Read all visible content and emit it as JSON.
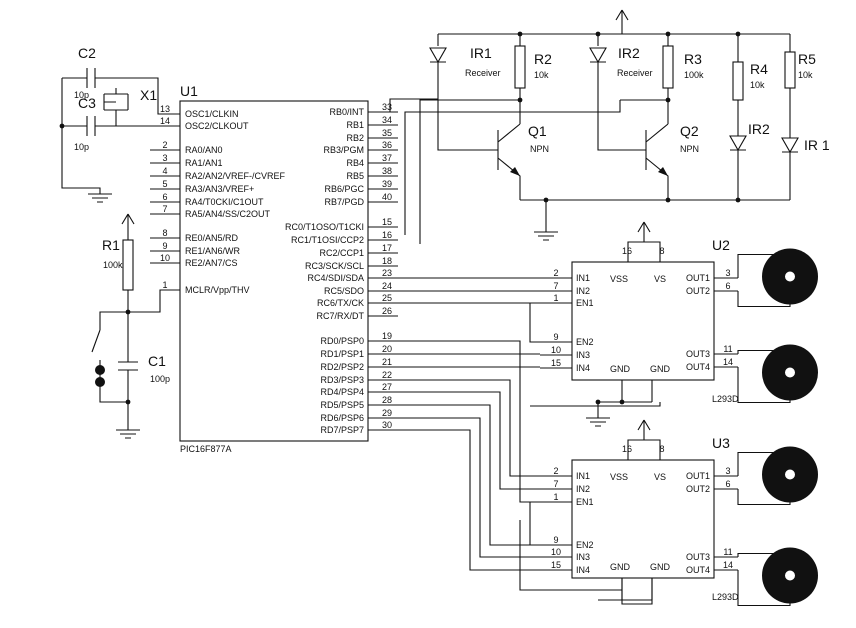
{
  "u1": {
    "ref": "U1",
    "part": "PIC16F877A",
    "left_pins": [
      {
        "num": "13",
        "name": "OSC1/CLKIN"
      },
      {
        "num": "14",
        "name": "OSC2/CLKOUT"
      },
      {
        "num": "2",
        "name": "RA0/AN0"
      },
      {
        "num": "3",
        "name": "RA1/AN1"
      },
      {
        "num": "4",
        "name": "RA2/AN2/VREF-/CVREF"
      },
      {
        "num": "5",
        "name": "RA3/AN3/VREF+"
      },
      {
        "num": "6",
        "name": "RA4/T0CKI/C1OUT"
      },
      {
        "num": "7",
        "name": "RA5/AN4/SS/C2OUT"
      },
      {
        "num": "8",
        "name": "RE0/AN5/RD"
      },
      {
        "num": "9",
        "name": "RE1/AN6/WR"
      },
      {
        "num": "10",
        "name": "RE2/AN7/CS"
      },
      {
        "num": "1",
        "name": "MCLR/Vpp/THV"
      }
    ],
    "right_pins": [
      {
        "num": "33",
        "name": "RB0/INT"
      },
      {
        "num": "34",
        "name": "RB1"
      },
      {
        "num": "35",
        "name": "RB2"
      },
      {
        "num": "36",
        "name": "RB3/PGM"
      },
      {
        "num": "37",
        "name": "RB4"
      },
      {
        "num": "38",
        "name": "RB5"
      },
      {
        "num": "39",
        "name": "RB6/PGC"
      },
      {
        "num": "40",
        "name": "RB7/PGD"
      },
      {
        "num": "15",
        "name": "RC0/T1OSO/T1CKI"
      },
      {
        "num": "16",
        "name": "RC1/T1OSI/CCP2"
      },
      {
        "num": "17",
        "name": "RC2/CCP1"
      },
      {
        "num": "18",
        "name": "RC3/SCK/SCL"
      },
      {
        "num": "23",
        "name": "RC4/SDI/SDA"
      },
      {
        "num": "24",
        "name": "RC5/SDO"
      },
      {
        "num": "25",
        "name": "RC6/TX/CK"
      },
      {
        "num": "26",
        "name": "RC7/RX/DT"
      },
      {
        "num": "19",
        "name": "RD0/PSP0"
      },
      {
        "num": "20",
        "name": "RD1/PSP1"
      },
      {
        "num": "21",
        "name": "RD2/PSP2"
      },
      {
        "num": "22",
        "name": "RD3/PSP3"
      },
      {
        "num": "27",
        "name": "RD4/PSP4"
      },
      {
        "num": "28",
        "name": "RD5/PSP5"
      },
      {
        "num": "29",
        "name": "RD6/PSP6"
      },
      {
        "num": "30",
        "name": "RD7/PSP7"
      }
    ]
  },
  "components": {
    "c2_ref": "C2",
    "c2_val": "10p",
    "c3_ref": "C3",
    "c3_val": "10p",
    "x1_ref": "X1",
    "r1_ref": "R1",
    "r1_val": "100k",
    "c1_ref": "C1",
    "c1_val": "100p",
    "ir1_ref": "IR1",
    "ir1_sub": "Receiver",
    "r2_ref": "R2",
    "r2_val": "10k",
    "ir2_ref": "IR2",
    "ir2_sub": "Receiver",
    "r3_ref": "R3",
    "r3_val": "100k",
    "r4_ref": "R4",
    "r4_val": "10k",
    "r5_ref": "R5",
    "r5_val": "10k",
    "led_ir2": "IR2",
    "led_ir1": "IR 1",
    "q1_ref": "Q1",
    "q1_type": "NPN",
    "q2_ref": "Q2",
    "q2_type": "NPN"
  },
  "drivers": [
    {
      "ref": "U2",
      "part": "L293D",
      "top_pins": [
        "16",
        "8"
      ],
      "left_pins": [
        {
          "num": "2",
          "name": "IN1"
        },
        {
          "num": "7",
          "name": "IN2"
        },
        {
          "num": "1",
          "name": "EN1"
        },
        {
          "num": "9",
          "name": "EN2"
        },
        {
          "num": "10",
          "name": "IN3"
        },
        {
          "num": "15",
          "name": "IN4"
        }
      ],
      "right_pins": [
        {
          "num": "3",
          "name": "OUT1"
        },
        {
          "num": "6",
          "name": "OUT2"
        },
        {
          "num": "11",
          "name": "OUT3"
        },
        {
          "num": "14",
          "name": "OUT4"
        }
      ],
      "vss": "VSS",
      "vs": "VS",
      "gnd1": "GND",
      "gnd2": "GND"
    },
    {
      "ref": "U3",
      "part": "L293D",
      "top_pins": [
        "16",
        "8"
      ],
      "left_pins": [
        {
          "num": "2",
          "name": "IN1"
        },
        {
          "num": "7",
          "name": "IN2"
        },
        {
          "num": "1",
          "name": "EN1"
        },
        {
          "num": "9",
          "name": "EN2"
        },
        {
          "num": "10",
          "name": "IN3"
        },
        {
          "num": "15",
          "name": "IN4"
        }
      ],
      "right_pins": [
        {
          "num": "3",
          "name": "OUT1"
        },
        {
          "num": "6",
          "name": "OUT2"
        },
        {
          "num": "11",
          "name": "OUT3"
        },
        {
          "num": "14",
          "name": "OUT4"
        }
      ],
      "vss": "VSS",
      "vs": "VS",
      "gnd1": "GND",
      "gnd2": "GND"
    }
  ],
  "motor_icon": "dc-motor-icon",
  "ground_icon": "ground-symbol-icon",
  "power_icon": "power-arrow-icon"
}
